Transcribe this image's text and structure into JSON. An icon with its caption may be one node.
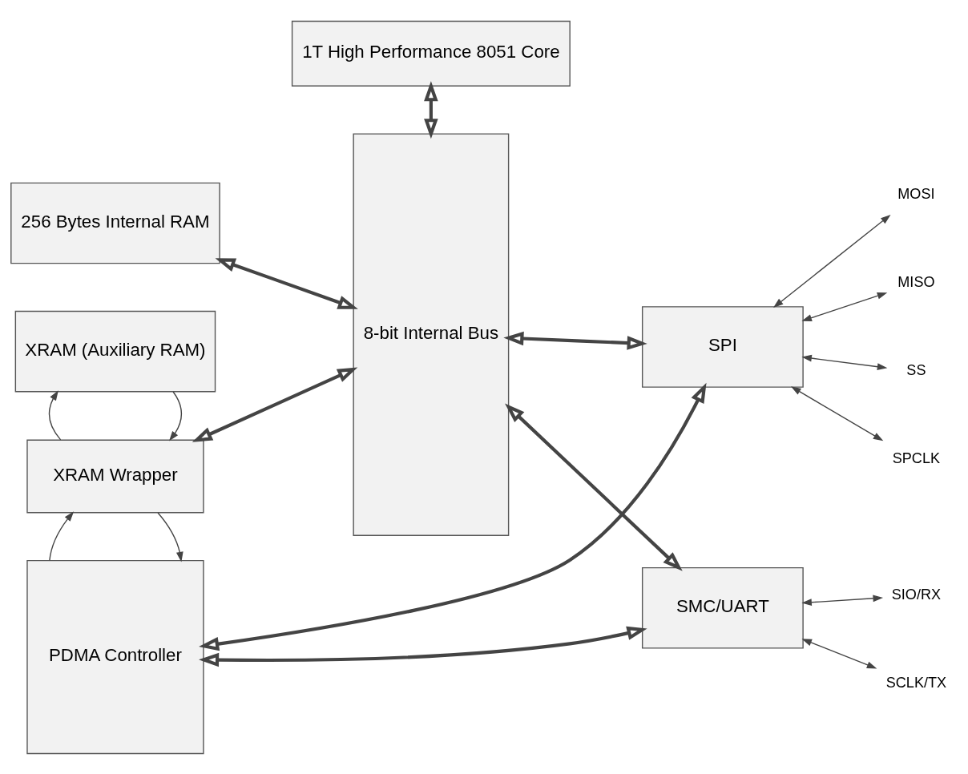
{
  "diagram": {
    "nodes": [
      {
        "text": [
          "1T High Performance 8051 Core"
        ]
      },
      {
        "text": [
          "8-bit Internal Bus"
        ]
      },
      {
        "text": [
          "256 Bytes Internal RAM"
        ]
      },
      {
        "text": [
          "XRAM (Auxiliary RAM)"
        ]
      },
      {
        "text": [
          "XRAM Wrapper"
        ]
      },
      {
        "text": [
          "PDMA Controller"
        ]
      },
      {
        "text": [
          "SPI"
        ]
      },
      {
        "text": [
          "SMC/UART"
        ]
      },
      {
        "text": [
          "MOSI"
        ]
      },
      {
        "text": [
          "MISO"
        ]
      },
      {
        "text": [
          "SS"
        ]
      },
      {
        "text": [
          "SPCLK"
        ]
      },
      {
        "text": [
          "SIO/RX"
        ]
      },
      {
        "text": [
          "SCLK/TX"
        ]
      }
    ],
    "edges": [
      {
        "from": 0,
        "to": 1,
        "arrow": "both",
        "style": "thick"
      },
      {
        "from": 2,
        "to": 1,
        "arrow": "both",
        "style": "thick"
      },
      {
        "from": 3,
        "to": 4,
        "arrow": "to"
      },
      {
        "from": 4,
        "to": 3,
        "arrow": "to"
      },
      {
        "from": 4,
        "to": 1,
        "arrow": "both",
        "style": "thick"
      },
      {
        "from": 4,
        "to": 5,
        "arrow": "to"
      },
      {
        "from": 5,
        "to": 4,
        "arrow": "to"
      },
      {
        "from": 1,
        "to": 6,
        "arrow": "both",
        "style": "thick"
      },
      {
        "from": 5,
        "to": 6,
        "arrow": "both",
        "style": "thick"
      },
      {
        "from": 1,
        "to": 7,
        "arrow": "both",
        "style": "thick"
      },
      {
        "from": 5,
        "to": 7,
        "arrow": "both",
        "style": "thick"
      },
      {
        "from": 6,
        "to": 8,
        "arrow": "both"
      },
      {
        "from": 6,
        "to": 9,
        "arrow": "both"
      },
      {
        "from": 6,
        "to": 10,
        "arrow": "both"
      },
      {
        "from": 6,
        "to": 11,
        "arrow": "both"
      },
      {
        "from": 7,
        "to": 12,
        "arrow": "both"
      },
      {
        "from": 7,
        "to": 13,
        "arrow": "both"
      }
    ]
  }
}
